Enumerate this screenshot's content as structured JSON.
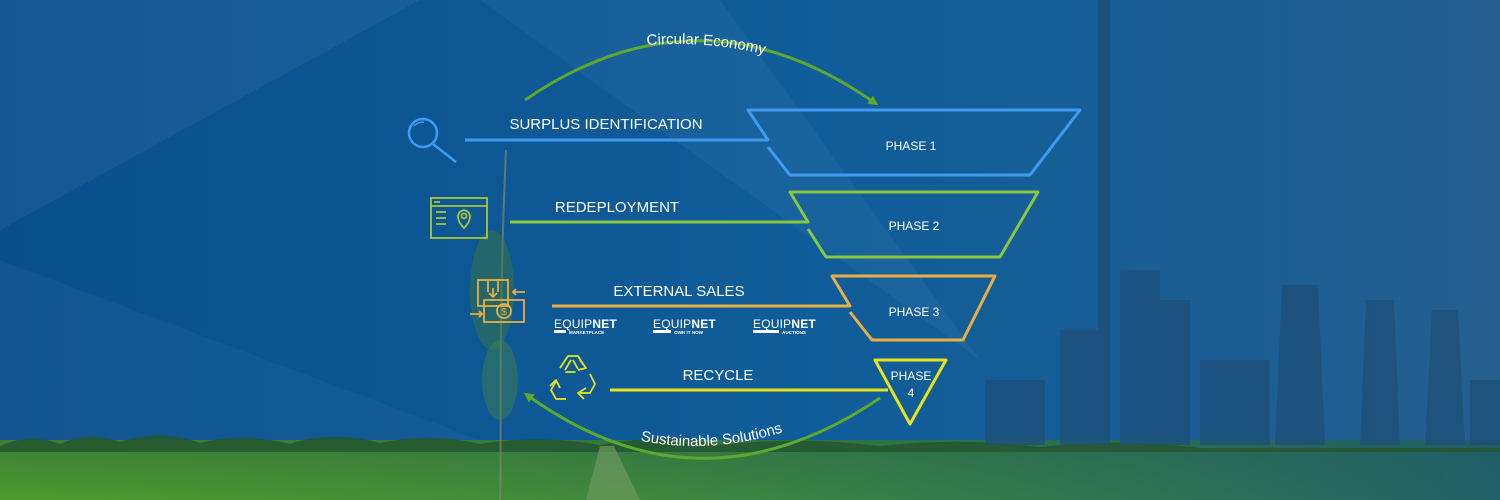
{
  "arcs": {
    "top_label": "Circular Economy",
    "bottom_label": "Sustainable Solutions"
  },
  "steps": [
    {
      "label": "SURPLUS IDENTIFICATION",
      "phase": "PHASE 1",
      "icon": "magnifier-icon",
      "color": "#3f9bf0"
    },
    {
      "label": "REDEPLOYMENT",
      "phase": "PHASE 2",
      "icon": "map-location-icon",
      "color": "#8bc63f"
    },
    {
      "label": "EXTERNAL SALES",
      "phase": "PHASE 3",
      "icon": "package-sale-icon",
      "color": "#e8ae45"
    },
    {
      "label": "RECYCLE",
      "phase_line1": "PHASE",
      "phase_line2": "4",
      "icon": "recycle-icon",
      "color": "#e9e31c"
    }
  ],
  "logos": [
    {
      "name_light": "EQUIP",
      "name_bold": "NET",
      "sub": "MARKETPLACE"
    },
    {
      "name_light": "EQUIP",
      "name_bold": "NET",
      "sub": "OWN IT NOW"
    },
    {
      "name_light": "EQUIP",
      "name_bold": "NET",
      "sub": "AUCTIONS"
    }
  ],
  "colors": {
    "background": "#0d4f86",
    "arc": "#5fa82f",
    "field_green": "#3c8a2a"
  }
}
